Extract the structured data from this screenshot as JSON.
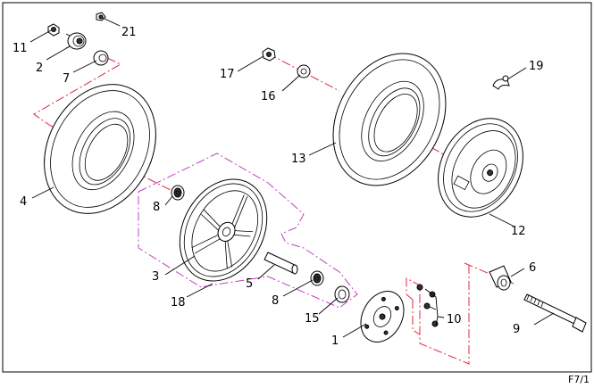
{
  "diagram": {
    "page_code": "F7/1",
    "labels": {
      "l1": "1",
      "l2": "2",
      "l3": "3",
      "l4": "4",
      "l5": "5",
      "l6": "6",
      "l7": "7",
      "l8a": "8",
      "l8b": "8",
      "l9": "9",
      "l10": "10",
      "l11": "11",
      "l12": "12",
      "l13": "13",
      "l15": "15",
      "l16": "16",
      "l17": "17",
      "l18": "18",
      "l19": "19",
      "l21": "21"
    },
    "colors": {
      "frame": "#000000",
      "assembly_line": "#e0283a",
      "group_outline": "#c040c8"
    }
  }
}
